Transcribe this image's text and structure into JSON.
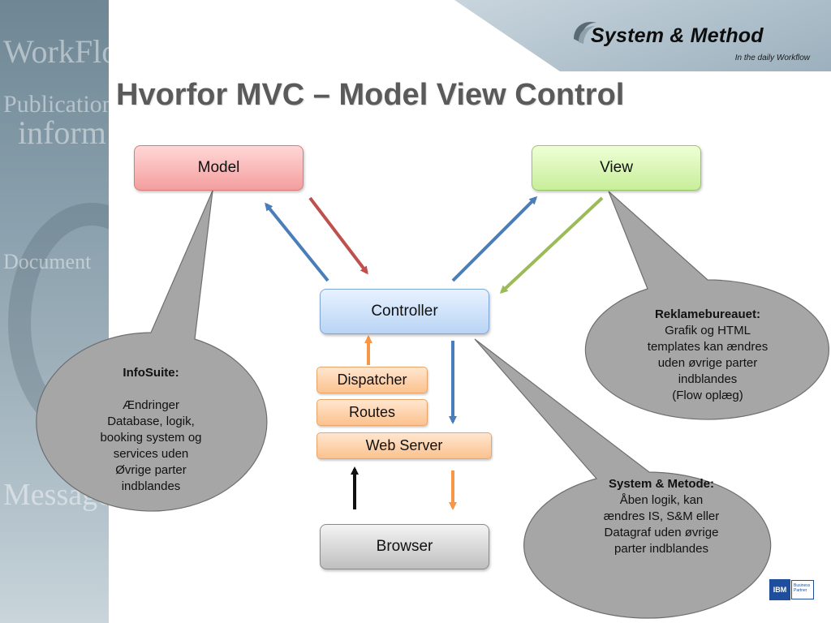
{
  "header": {
    "logo_text": "System & Method",
    "tagline": "In the daily Workflow"
  },
  "title": "Hvorfor MVC – Model View Control",
  "left_strip": {
    "words": [
      "WorkFlow",
      "Publication",
      "inform",
      "Document",
      "Message"
    ]
  },
  "boxes": {
    "model": "Model",
    "view": "View",
    "controller": "Controller",
    "dispatcher": "Dispatcher",
    "routes": "Routes",
    "web_server": "Web Server",
    "browser": "Browser"
  },
  "callouts": {
    "infosuite": {
      "title": "InfoSuite:",
      "lines": [
        "Ændringer",
        "Database, logik,",
        "booking system og",
        "services uden",
        "Øvrige parter",
        "indblandes"
      ]
    },
    "reklame": {
      "title": "Reklamebureauet:",
      "lines": [
        "Grafik og HTML",
        "templates kan ændres",
        "uden øvrige parter",
        "indblandes",
        "(Flow oplæg)"
      ]
    },
    "system_metode": {
      "title": "System & Metode:",
      "lines": [
        "Åben logik, kan",
        "ændres IS, S&M eller",
        "Datagraf uden øvrige",
        "parter indblandes"
      ]
    }
  },
  "badge": {
    "brand": "IBM",
    "label": "Business Partner"
  },
  "colors": {
    "model_fill": "#f49e9e",
    "view_fill": "#c8ee9a",
    "controller_fill": "#b9d4f4",
    "server_fill": "#fbc28f",
    "browser_fill": "#bfbfbf",
    "arrow_blue": "#4a7ebb",
    "arrow_red": "#c0504d",
    "arrow_green": "#9bbb59",
    "arrow_orange": "#f79646",
    "callout_fill": "#a6a6a6",
    "title_color": "#5a5a5a"
  }
}
